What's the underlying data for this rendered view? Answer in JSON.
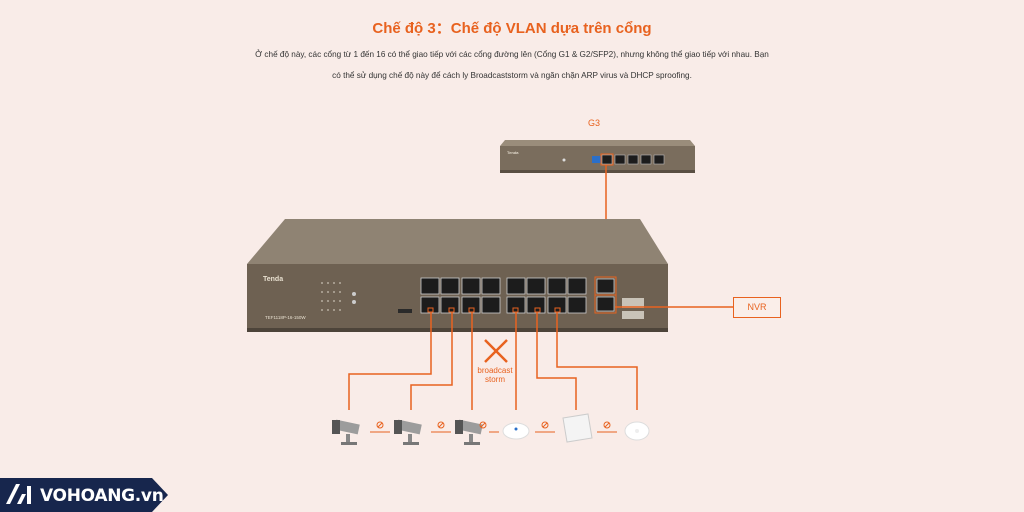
{
  "title": "Chế độ 3：Chế độ VLAN dựa trên cổng",
  "description_line1": "Ở chế độ này, các cổng từ 1 đến 16 có thể giao tiếp với các cổng đường lên (Cổng G1 & G2/SFP2), nhưng không thể giao tiếp với nhau. Bạn",
  "description_line2": "có thể sử dụng chế độ này để cách ly Broadcaststorm và ngăn chặn ARP virus và DHCP sproofing.",
  "router_label": "G3",
  "nvr_label": "NVR",
  "broadcast_label": "broadcast storm",
  "switch_brand": "Tenda",
  "switch_model": "TEF1118P-16-150W",
  "router_brand": "Tenda",
  "watermark": "VOHOANG.vn",
  "colors": {
    "accent": "#e8621f",
    "background": "#f9ece8",
    "switch_body": "#6e6152",
    "logo_bg": "#17264d"
  },
  "devices": [
    "camera-icon",
    "camera-icon",
    "camera-icon",
    "access-point-icon",
    "access-point-icon",
    "access-point-icon"
  ]
}
